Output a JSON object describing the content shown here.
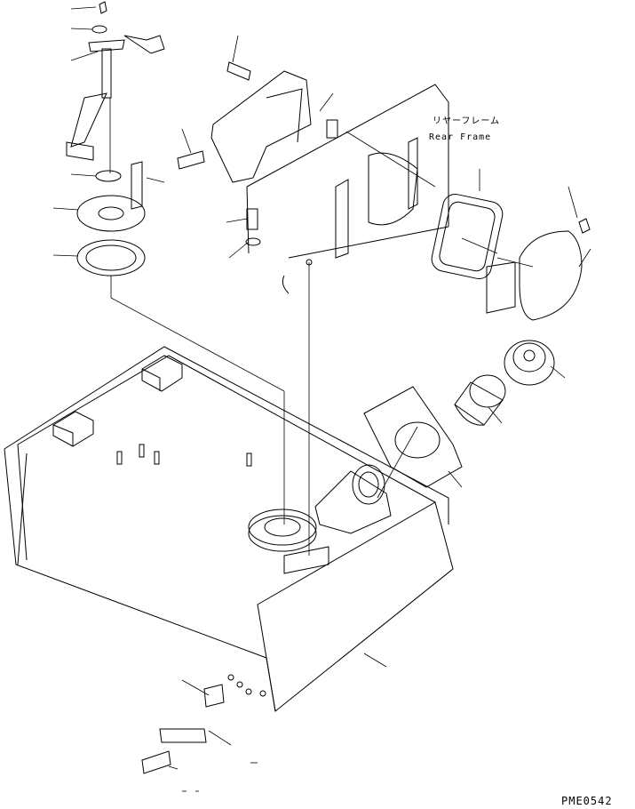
{
  "labels": {
    "rear_frame_jp": "リヤーフレーム",
    "rear_frame_en": "Rear Frame"
  },
  "figure_code": "PME0542"
}
